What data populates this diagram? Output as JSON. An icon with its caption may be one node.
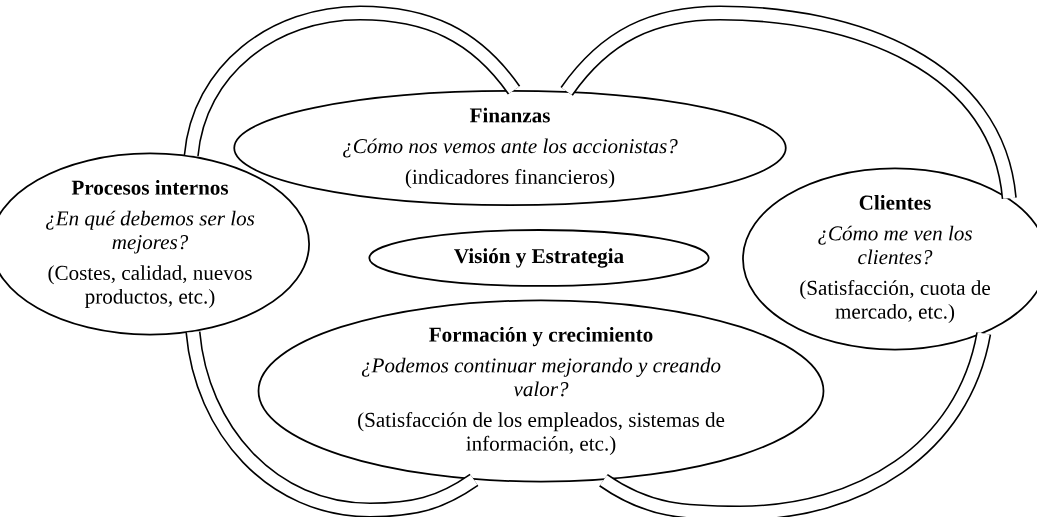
{
  "diagram": {
    "nodes": [
      {
        "text": [
          "Finanzas",
          "¿Cómo nos vemos ante los accionistas?",
          "(indicadores financieros)"
        ]
      },
      {
        "text": [
          "Procesos internos",
          "¿En qué debemos ser los mejores?",
          "(Costes, calidad, nuevos productos, etc.)"
        ]
      },
      {
        "text": [
          "Visión y Estrategia"
        ]
      },
      {
        "text": [
          "Clientes",
          "¿Cómo me ven los clientes?",
          "(Satisfacción, cuota de mercado, etc.)"
        ]
      },
      {
        "text": [
          "Formación y crecimiento",
          "¿Podemos continuar mejorando y creando valor?",
          "(Satisfacción de los empleados, sistemas de información, etc.)"
        ]
      }
    ],
    "edges": [
      {
        "from": 1,
        "to": 0,
        "arrow": "none"
      },
      {
        "from": 0,
        "to": 3,
        "arrow": "none"
      },
      {
        "from": 3,
        "to": 4,
        "arrow": "none"
      },
      {
        "from": 1,
        "to": 4,
        "arrow": "none"
      }
    ]
  }
}
